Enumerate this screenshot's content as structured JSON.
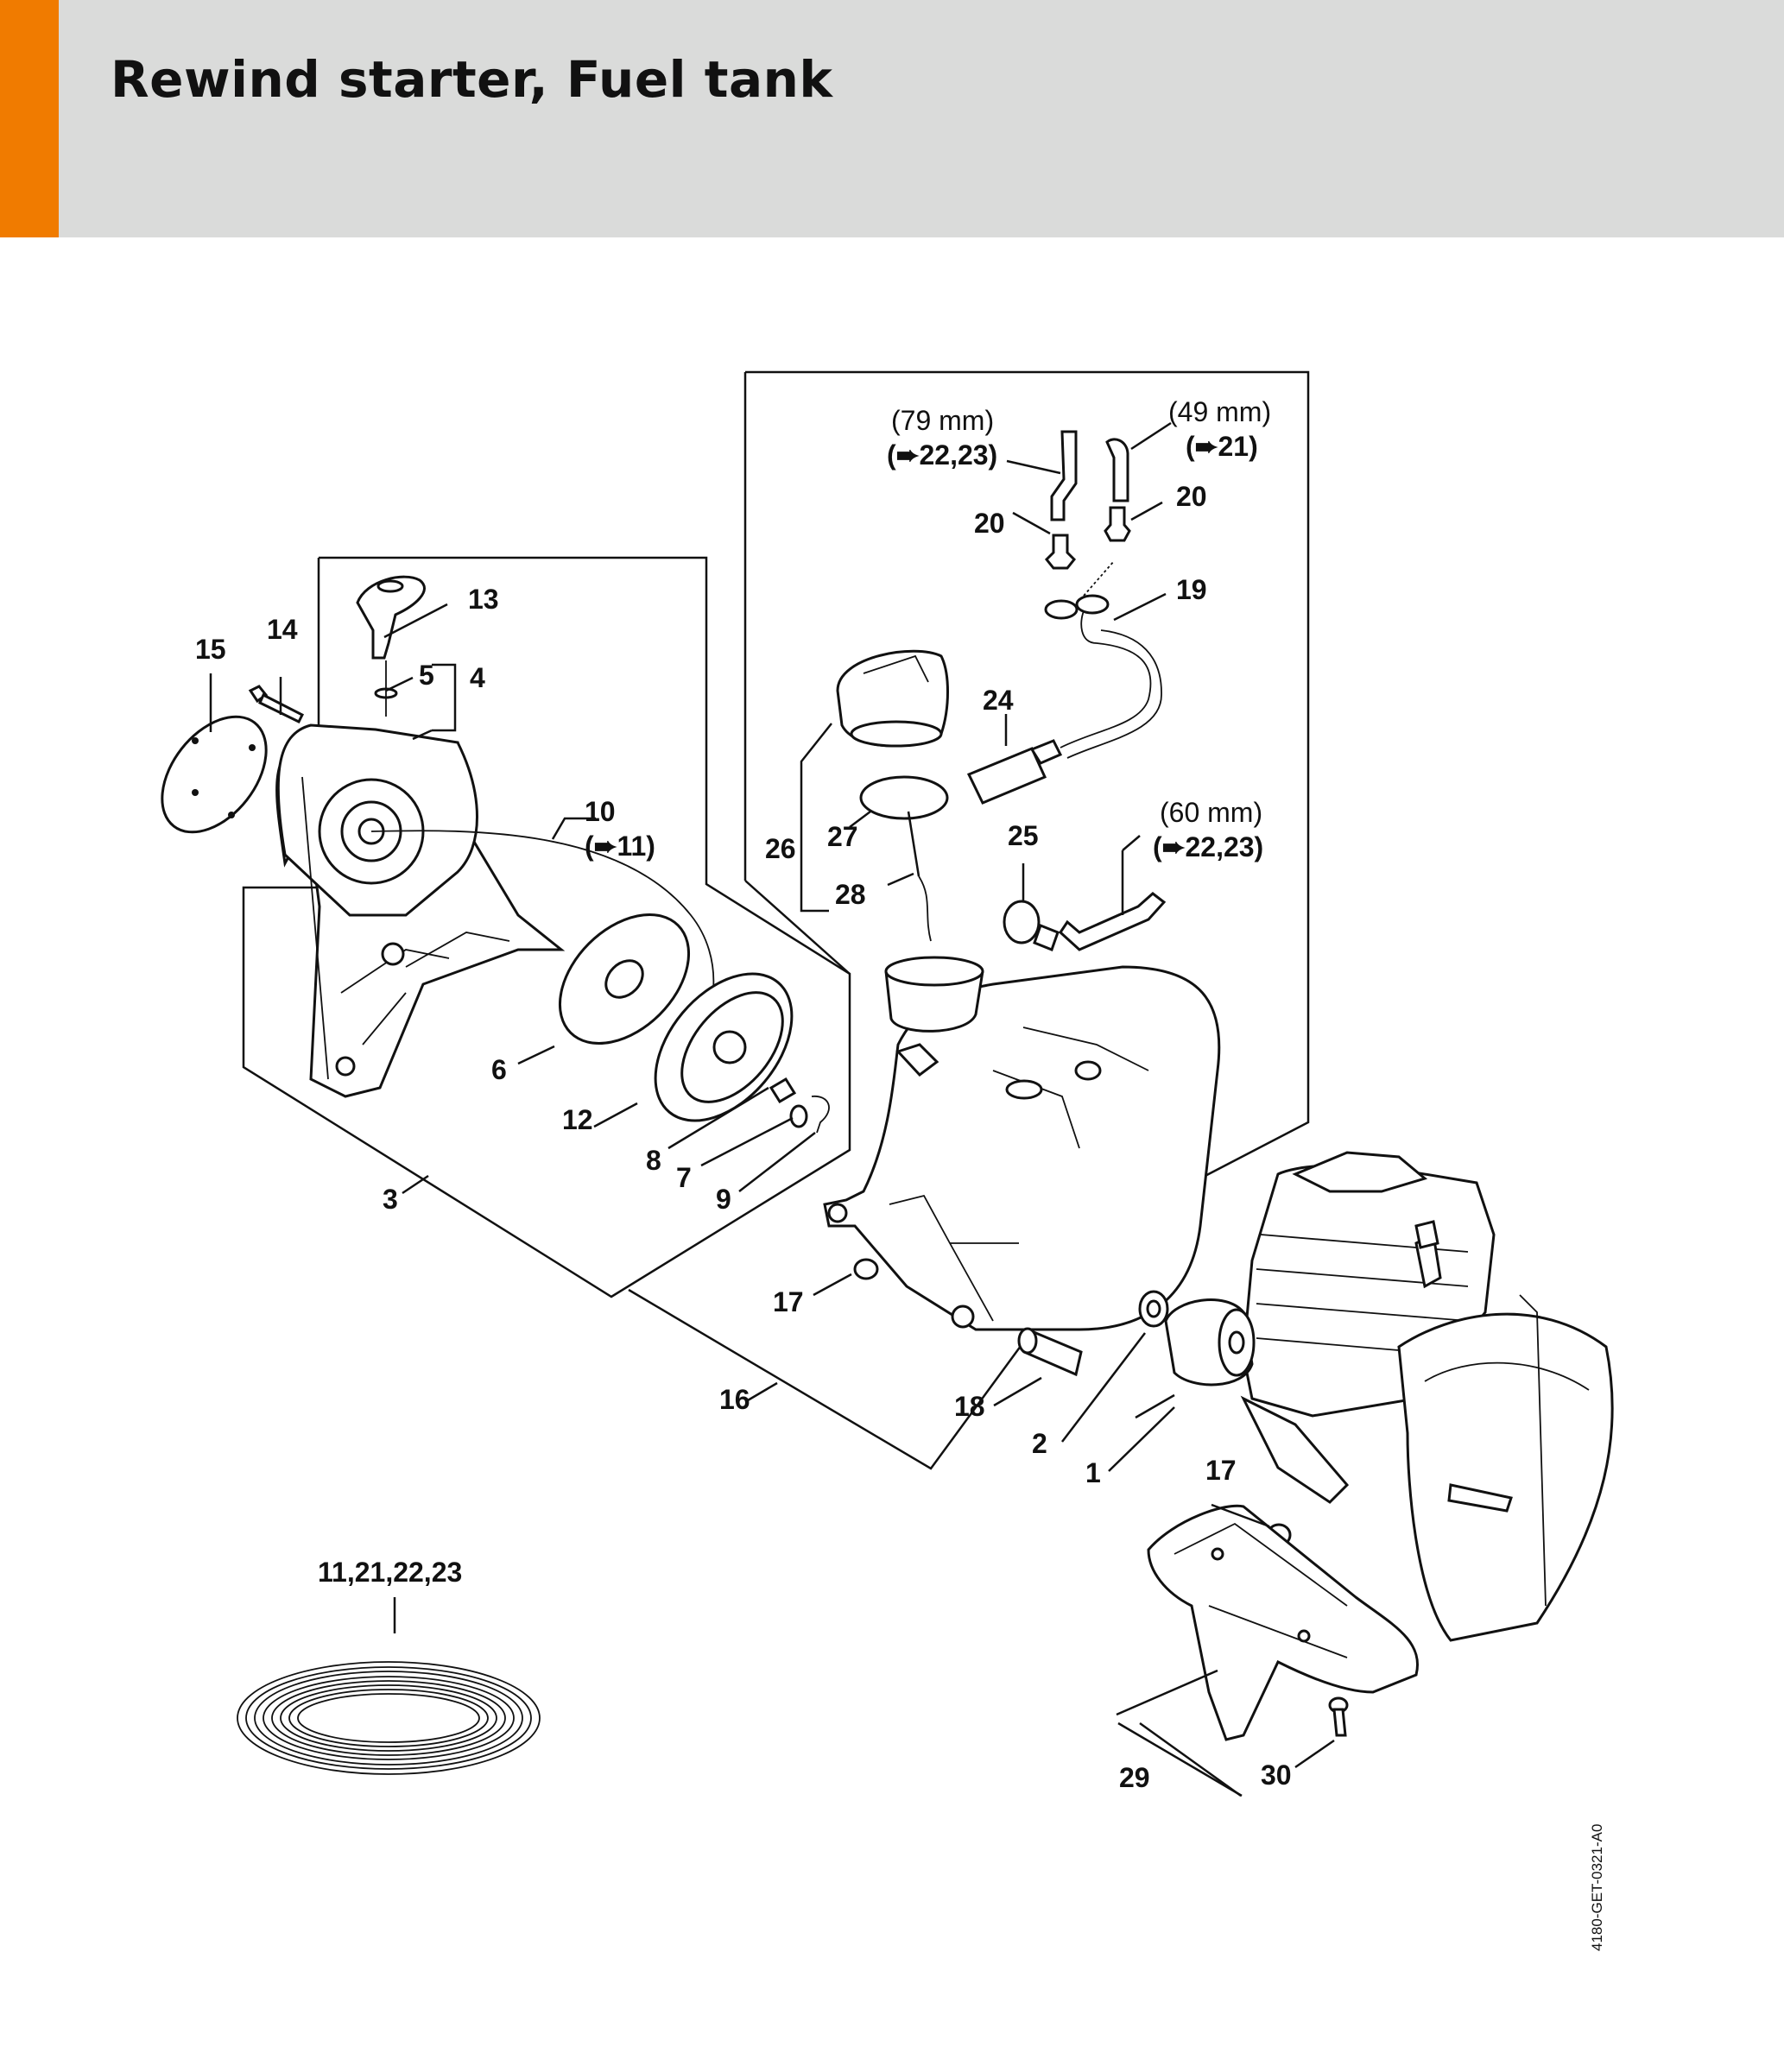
{
  "header": {
    "title": "Rewind starter, Fuel tank",
    "accent_color": "#f07b00",
    "background_color": "#dadbda"
  },
  "diagram": {
    "part_labels": {
      "p1": "1",
      "p2": "2",
      "p3": "3",
      "p4": "4",
      "p5": "5",
      "p6": "6",
      "p7": "7",
      "p8": "8",
      "p9": "9",
      "p10": "10",
      "p12": "12",
      "p13": "13",
      "p14": "14",
      "p15": "15",
      "p16": "16",
      "p17a": "17",
      "p17b": "17",
      "p18": "18",
      "p19": "19",
      "p20a": "20",
      "p20b": "20",
      "p24": "24",
      "p25": "25",
      "p26": "26",
      "p27": "27",
      "p28": "28",
      "p29": "29",
      "p30": "30",
      "hose_kit": "11,21,22,23"
    },
    "notes": {
      "hose_79_len": "(79 mm)",
      "hose_79_ref": "22,23",
      "hose_49_len": "(49 mm)",
      "hose_49_ref": "21",
      "hose_60_len": "(60 mm)",
      "hose_60_ref": "22,23",
      "rope_ref": "11",
      "paren_open": "(",
      "paren_close": ")",
      "arrow": "➨"
    },
    "drawing_id": "4180-GET-0321-A0"
  }
}
